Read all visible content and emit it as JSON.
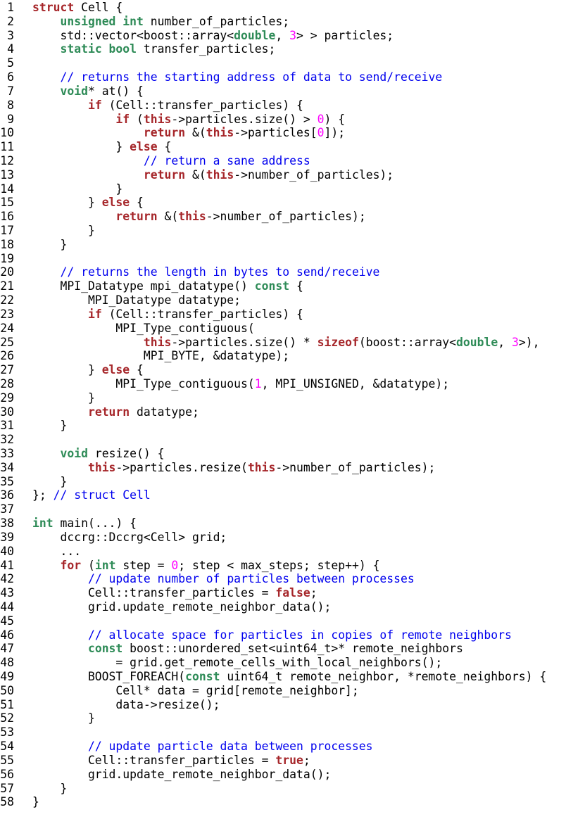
{
  "colors": {
    "keyword": "#a6262a",
    "type": "#2e8b57",
    "number": "#ff00ff",
    "comment": "#0000ee",
    "plain": "#000000"
  },
  "lines": [
    {
      "n": "1",
      "tokens": [
        [
          "kw",
          "struct"
        ],
        [
          "p",
          " Cell {"
        ]
      ]
    },
    {
      "n": "2",
      "tokens": [
        [
          "p",
          "    "
        ],
        [
          "type",
          "unsigned int"
        ],
        [
          "p",
          " number_of_particles;"
        ]
      ]
    },
    {
      "n": "3",
      "tokens": [
        [
          "p",
          "    std::vector<boost::array<"
        ],
        [
          "type",
          "double"
        ],
        [
          "p",
          ", "
        ],
        [
          "num",
          "3"
        ],
        [
          "p",
          "> > particles;"
        ]
      ]
    },
    {
      "n": "4",
      "tokens": [
        [
          "p",
          "    "
        ],
        [
          "type",
          "static bool"
        ],
        [
          "p",
          " transfer_particles;"
        ]
      ]
    },
    {
      "n": "5",
      "tokens": []
    },
    {
      "n": "6",
      "tokens": [
        [
          "p",
          "    "
        ],
        [
          "c",
          "// returns the starting address of data to send/receive"
        ]
      ]
    },
    {
      "n": "7",
      "tokens": [
        [
          "p",
          "    "
        ],
        [
          "type",
          "void"
        ],
        [
          "p",
          "* at() {"
        ]
      ]
    },
    {
      "n": "8",
      "tokens": [
        [
          "p",
          "        "
        ],
        [
          "kw",
          "if"
        ],
        [
          "p",
          " (Cell::transfer_particles) {"
        ]
      ]
    },
    {
      "n": "9",
      "tokens": [
        [
          "p",
          "            "
        ],
        [
          "kw",
          "if"
        ],
        [
          "p",
          " ("
        ],
        [
          "kw",
          "this"
        ],
        [
          "p",
          "->particles.size() > "
        ],
        [
          "num",
          "0"
        ],
        [
          "p",
          ") {"
        ]
      ]
    },
    {
      "n": "10",
      "tokens": [
        [
          "p",
          "                "
        ],
        [
          "kw",
          "return"
        ],
        [
          "p",
          " &("
        ],
        [
          "kw",
          "this"
        ],
        [
          "p",
          "->particles["
        ],
        [
          "num",
          "0"
        ],
        [
          "p",
          "]);"
        ]
      ]
    },
    {
      "n": "11",
      "tokens": [
        [
          "p",
          "            } "
        ],
        [
          "kw",
          "else"
        ],
        [
          "p",
          " {"
        ]
      ]
    },
    {
      "n": "12",
      "tokens": [
        [
          "p",
          "                "
        ],
        [
          "c",
          "// return a sane address"
        ]
      ]
    },
    {
      "n": "13",
      "tokens": [
        [
          "p",
          "                "
        ],
        [
          "kw",
          "return"
        ],
        [
          "p",
          " &("
        ],
        [
          "kw",
          "this"
        ],
        [
          "p",
          "->number_of_particles);"
        ]
      ]
    },
    {
      "n": "14",
      "tokens": [
        [
          "p",
          "            }"
        ]
      ]
    },
    {
      "n": "15",
      "tokens": [
        [
          "p",
          "        } "
        ],
        [
          "kw",
          "else"
        ],
        [
          "p",
          " {"
        ]
      ]
    },
    {
      "n": "16",
      "tokens": [
        [
          "p",
          "            "
        ],
        [
          "kw",
          "return"
        ],
        [
          "p",
          " &("
        ],
        [
          "kw",
          "this"
        ],
        [
          "p",
          "->number_of_particles);"
        ]
      ]
    },
    {
      "n": "17",
      "tokens": [
        [
          "p",
          "        }"
        ]
      ]
    },
    {
      "n": "18",
      "tokens": [
        [
          "p",
          "    }"
        ]
      ]
    },
    {
      "n": "19",
      "tokens": []
    },
    {
      "n": "20",
      "tokens": [
        [
          "p",
          "    "
        ],
        [
          "c",
          "// returns the length in bytes to send/receive"
        ]
      ]
    },
    {
      "n": "21",
      "tokens": [
        [
          "p",
          "    MPI_Datatype mpi_datatype() "
        ],
        [
          "type",
          "const"
        ],
        [
          "p",
          " {"
        ]
      ]
    },
    {
      "n": "22",
      "tokens": [
        [
          "p",
          "        MPI_Datatype datatype;"
        ]
      ]
    },
    {
      "n": "23",
      "tokens": [
        [
          "p",
          "        "
        ],
        [
          "kw",
          "if"
        ],
        [
          "p",
          " (Cell::transfer_particles) {"
        ]
      ]
    },
    {
      "n": "24",
      "tokens": [
        [
          "p",
          "            MPI_Type_contiguous("
        ]
      ]
    },
    {
      "n": "25",
      "tokens": [
        [
          "p",
          "                "
        ],
        [
          "kw",
          "this"
        ],
        [
          "p",
          "->particles.size() * "
        ],
        [
          "kw",
          "sizeof"
        ],
        [
          "p",
          "(boost::array<"
        ],
        [
          "type",
          "double"
        ],
        [
          "p",
          ", "
        ],
        [
          "num",
          "3"
        ],
        [
          "p",
          ">),"
        ]
      ]
    },
    {
      "n": "26",
      "tokens": [
        [
          "p",
          "                MPI_BYTE, &datatype);"
        ]
      ]
    },
    {
      "n": "27",
      "tokens": [
        [
          "p",
          "        } "
        ],
        [
          "kw",
          "else"
        ],
        [
          "p",
          " {"
        ]
      ]
    },
    {
      "n": "28",
      "tokens": [
        [
          "p",
          "            MPI_Type_contiguous("
        ],
        [
          "num",
          "1"
        ],
        [
          "p",
          ", MPI_UNSIGNED, &datatype);"
        ]
      ]
    },
    {
      "n": "29",
      "tokens": [
        [
          "p",
          "        }"
        ]
      ]
    },
    {
      "n": "30",
      "tokens": [
        [
          "p",
          "        "
        ],
        [
          "kw",
          "return"
        ],
        [
          "p",
          " datatype;"
        ]
      ]
    },
    {
      "n": "31",
      "tokens": [
        [
          "p",
          "    }"
        ]
      ]
    },
    {
      "n": "32",
      "tokens": []
    },
    {
      "n": "33",
      "tokens": [
        [
          "p",
          "    "
        ],
        [
          "type",
          "void"
        ],
        [
          "p",
          " resize() {"
        ]
      ]
    },
    {
      "n": "34",
      "tokens": [
        [
          "p",
          "        "
        ],
        [
          "kw",
          "this"
        ],
        [
          "p",
          "->particles.resize("
        ],
        [
          "kw",
          "this"
        ],
        [
          "p",
          "->number_of_particles);"
        ]
      ]
    },
    {
      "n": "35",
      "tokens": [
        [
          "p",
          "    }"
        ]
      ]
    },
    {
      "n": "36",
      "tokens": [
        [
          "p",
          "}; "
        ],
        [
          "c",
          "// struct Cell"
        ]
      ]
    },
    {
      "n": "37",
      "tokens": []
    },
    {
      "n": "38",
      "tokens": [
        [
          "type",
          "int"
        ],
        [
          "p",
          " main(...) {"
        ]
      ]
    },
    {
      "n": "39",
      "tokens": [
        [
          "p",
          "    dccrg::Dccrg<Cell> grid;"
        ]
      ]
    },
    {
      "n": "40",
      "tokens": [
        [
          "p",
          "    ..."
        ]
      ]
    },
    {
      "n": "41",
      "tokens": [
        [
          "p",
          "    "
        ],
        [
          "kw",
          "for"
        ],
        [
          "p",
          " ("
        ],
        [
          "type",
          "int"
        ],
        [
          "p",
          " step = "
        ],
        [
          "num",
          "0"
        ],
        [
          "p",
          "; step < max_steps; step++) {"
        ]
      ]
    },
    {
      "n": "42",
      "tokens": [
        [
          "p",
          "        "
        ],
        [
          "c",
          "// update number of particles between processes"
        ]
      ]
    },
    {
      "n": "43",
      "tokens": [
        [
          "p",
          "        Cell::transfer_particles = "
        ],
        [
          "kw",
          "false"
        ],
        [
          "p",
          ";"
        ]
      ]
    },
    {
      "n": "44",
      "tokens": [
        [
          "p",
          "        grid.update_remote_neighbor_data();"
        ]
      ]
    },
    {
      "n": "45",
      "tokens": []
    },
    {
      "n": "46",
      "tokens": [
        [
          "p",
          "        "
        ],
        [
          "c",
          "// allocate space for particles in copies of remote neighbors"
        ]
      ]
    },
    {
      "n": "47",
      "tokens": [
        [
          "p",
          "        "
        ],
        [
          "type",
          "const"
        ],
        [
          "p",
          " boost::unordered_set<uint64_t>* remote_neighbors"
        ]
      ]
    },
    {
      "n": "48",
      "tokens": [
        [
          "p",
          "            = grid.get_remote_cells_with_local_neighbors();"
        ]
      ]
    },
    {
      "n": "49",
      "tokens": [
        [
          "p",
          "        BOOST_FOREACH("
        ],
        [
          "type",
          "const"
        ],
        [
          "p",
          " uint64_t remote_neighbor, *remote_neighbors) {"
        ]
      ]
    },
    {
      "n": "50",
      "tokens": [
        [
          "p",
          "            Cell* data = grid[remote_neighbor];"
        ]
      ]
    },
    {
      "n": "51",
      "tokens": [
        [
          "p",
          "            data->resize();"
        ]
      ]
    },
    {
      "n": "52",
      "tokens": [
        [
          "p",
          "        }"
        ]
      ]
    },
    {
      "n": "53",
      "tokens": []
    },
    {
      "n": "54",
      "tokens": [
        [
          "p",
          "        "
        ],
        [
          "c",
          "// update particle data between processes"
        ]
      ]
    },
    {
      "n": "55",
      "tokens": [
        [
          "p",
          "        Cell::transfer_particles = "
        ],
        [
          "kw",
          "true"
        ],
        [
          "p",
          ";"
        ]
      ]
    },
    {
      "n": "56",
      "tokens": [
        [
          "p",
          "        grid.update_remote_neighbor_data();"
        ]
      ]
    },
    {
      "n": "57",
      "tokens": [
        [
          "p",
          "    }"
        ]
      ]
    },
    {
      "n": "58",
      "tokens": [
        [
          "p",
          "}"
        ]
      ]
    }
  ]
}
